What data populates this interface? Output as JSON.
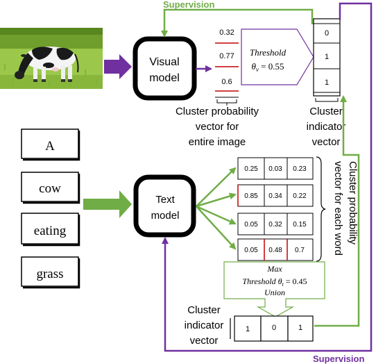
{
  "labels": {
    "supervision_top": "Supervision",
    "supervision_bottom": "Supervision",
    "visual_model": [
      "Visual",
      "model"
    ],
    "text_model": [
      "Text",
      "model"
    ],
    "visual_threshold": [
      "Threshold",
      "θ",
      "v",
      " = 0.55"
    ],
    "text_threshold": [
      "Max",
      "Threshold θ",
      "t",
      " = 0.45",
      "Union"
    ],
    "cluster_prob_image": [
      "Cluster probability",
      "vector for",
      "entire image"
    ],
    "cluster_indicator_top": [
      "Cluster",
      "indicator",
      "vector"
    ],
    "cluster_prob_word": [
      "Cluster probability",
      "vector for each word"
    ],
    "cluster_indicator_bottom": [
      "Cluster",
      "indicator",
      "vector"
    ]
  },
  "words": [
    "A",
    "cow",
    "eating",
    "grass"
  ],
  "image_probabilities": [
    "0.32",
    "0.77",
    "0.6"
  ],
  "image_indicator": [
    "0",
    "1",
    "1"
  ],
  "word_probabilities": [
    [
      "0.25",
      "0.03",
      "0.23"
    ],
    [
      "0.85",
      "0.34",
      "0.22"
    ],
    [
      "0.05",
      "0.32",
      "0.15"
    ],
    [
      "0.05",
      "0.48",
      "0.7"
    ]
  ],
  "word_indicator": [
    "1",
    "0",
    "1"
  ],
  "colors": {
    "green": "#70ad47",
    "purple": "#7030a0",
    "red": "#c00000"
  }
}
